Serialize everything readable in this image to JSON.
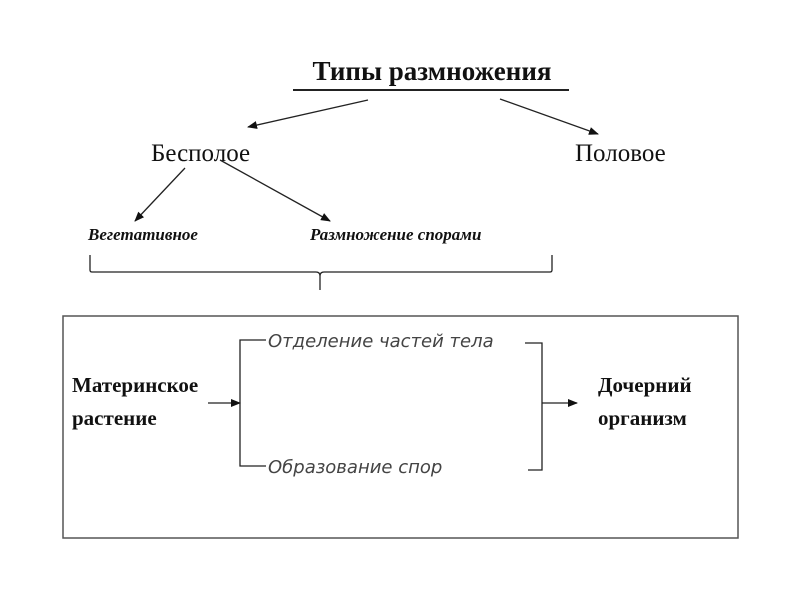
{
  "title": "Типы размножения",
  "types": {
    "asexual": "Бесполое",
    "sexual": "Половое"
  },
  "asexual_kinds": {
    "vegetative": "Вегетативное",
    "spores": "Размножение спорами"
  },
  "process": {
    "source": [
      "Материнское",
      "растение"
    ],
    "paths": [
      "Отделение частей тела",
      "Образование спор"
    ],
    "result": [
      "Дочерний",
      "организм"
    ]
  }
}
